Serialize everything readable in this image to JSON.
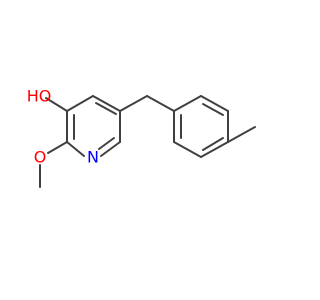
{
  "molecule": {
    "atoms": [
      {
        "id": "O1",
        "label": "HO",
        "color": "#ff0000"
      },
      {
        "id": "O2",
        "label": "O",
        "color": "#ff0000"
      },
      {
        "id": "N1",
        "label": "N",
        "color": "#0000ff"
      }
    ],
    "bond_color": "#404040"
  }
}
